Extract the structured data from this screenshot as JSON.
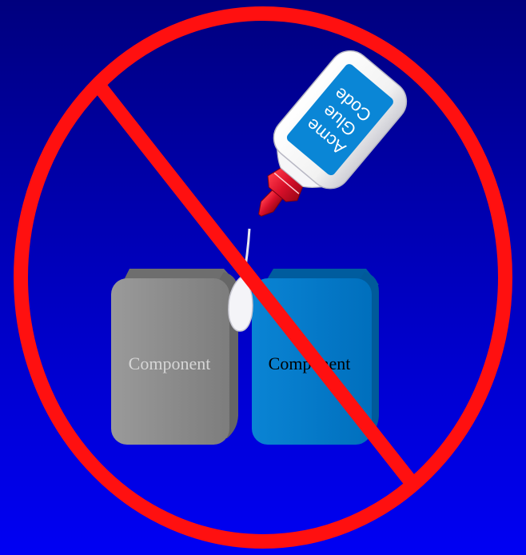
{
  "diagram": {
    "components": [
      {
        "label": "Component",
        "fill": "#8a8a8a",
        "text_color": "#d6d6d6"
      },
      {
        "label": "Component",
        "fill": "#0077c8",
        "text_color": "#000000"
      }
    ],
    "glue_bottle": {
      "label_lines": [
        "Acme",
        "Glue",
        "Code"
      ],
      "label_fill": "#0a86d6",
      "cap_color": "#d8102a"
    },
    "no_symbol_color": "#ff1010"
  }
}
